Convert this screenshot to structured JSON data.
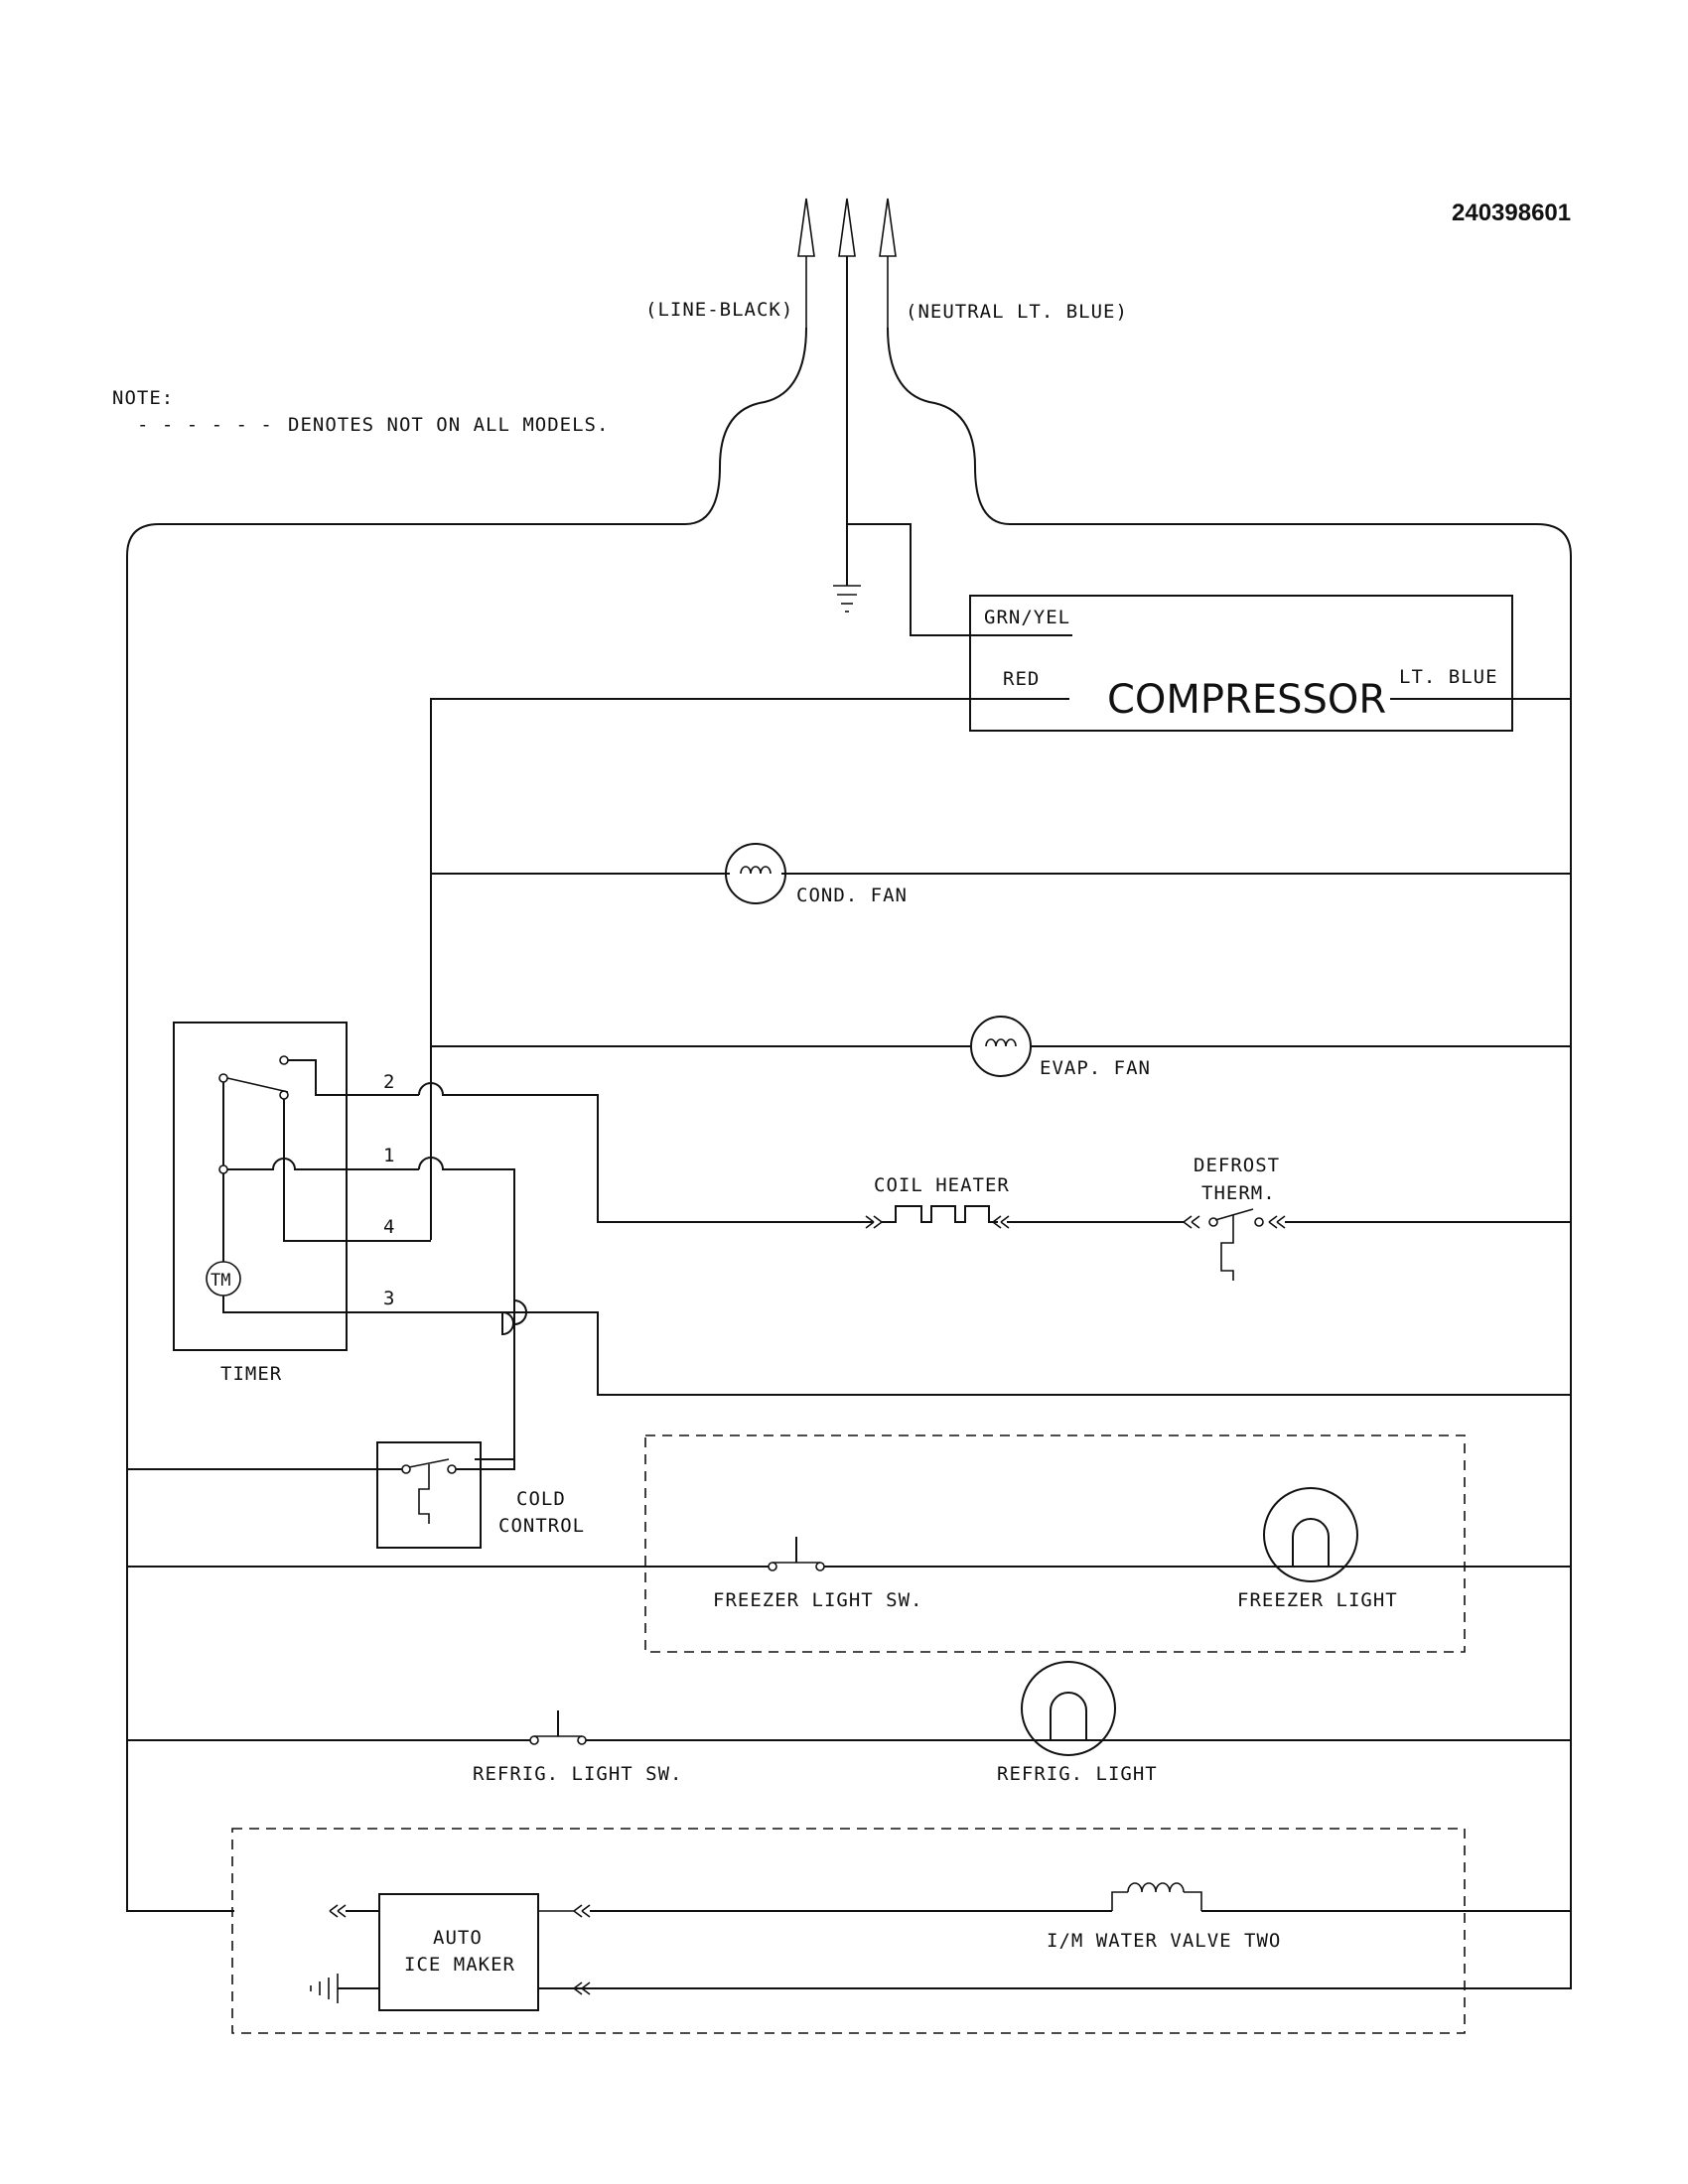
{
  "document": {
    "part_number": "240398601"
  },
  "note": {
    "heading": "NOTE:",
    "legend_dashes": "- - - - - -",
    "legend_text": "DENOTES NOT ON ALL MODELS."
  },
  "supply": {
    "line_label": "(LINE-BLACK)",
    "neutral_label": "(NEUTRAL LT. BLUE)"
  },
  "compressor": {
    "title": "COMPRESSOR",
    "terminal_ground": "GRN/YEL",
    "terminal_red": "RED",
    "terminal_blue": "LT. BLUE"
  },
  "components": {
    "cond_fan": "COND. FAN",
    "evap_fan": "EVAP. FAN",
    "coil_heater": "COIL HEATER",
    "defrost_therm_line1": "DEFROST",
    "defrost_therm_line2": "THERM.",
    "timer": "TIMER",
    "timer_motor": "TM",
    "cold_control_line1": "COLD",
    "cold_control_line2": "CONTROL",
    "freezer_light_switch": "FREEZER LIGHT SW.",
    "freezer_light": "FREEZER LIGHT",
    "refrig_light_switch": "REFRIG. LIGHT SW.",
    "refrig_light": "REFRIG. LIGHT",
    "ice_maker_line1": "AUTO",
    "ice_maker_line2": "ICE MAKER",
    "water_valve": "I/M WATER VALVE TWO"
  },
  "timer_terminals": [
    "2",
    "1",
    "4",
    "3"
  ]
}
